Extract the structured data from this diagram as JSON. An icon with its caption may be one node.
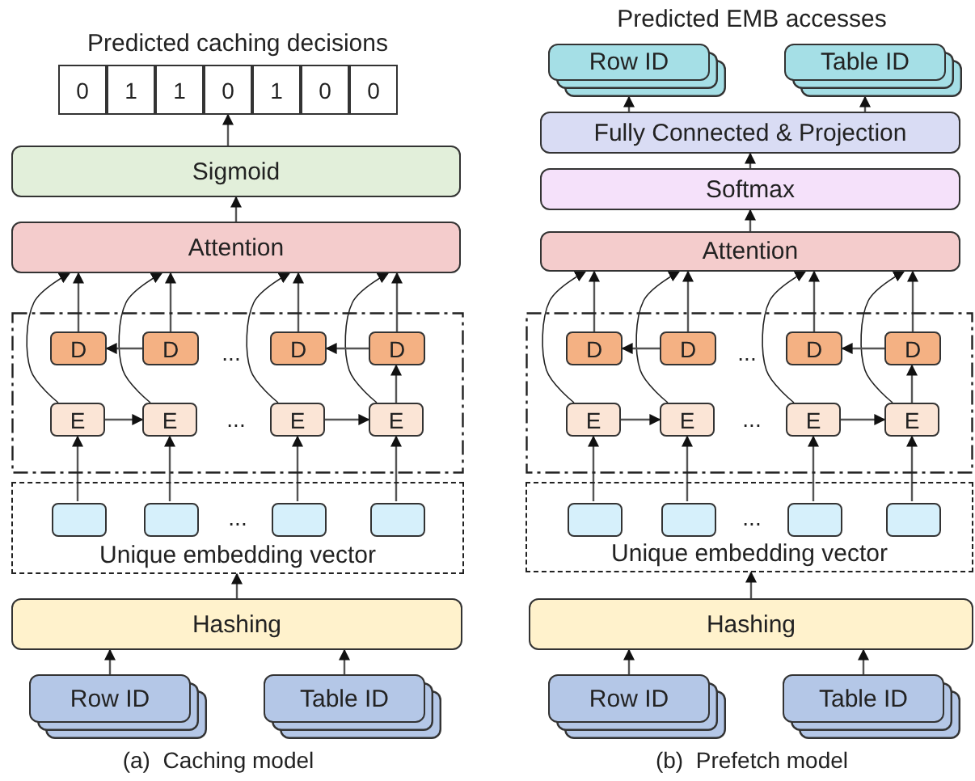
{
  "diagram": {
    "nodes": [
      {
        "text": [
          "0"
        ]
      },
      {
        "text": [
          "1"
        ]
      },
      {
        "text": [
          "1"
        ]
      },
      {
        "text": [
          "0"
        ]
      },
      {
        "text": [
          "1"
        ]
      },
      {
        "text": [
          "0"
        ]
      },
      {
        "text": [
          "0"
        ]
      },
      {
        "text": [
          "Sigmoid"
        ]
      },
      {
        "text": [
          "Attention"
        ]
      },
      {
        "text": [],
        "shape": "box"
      },
      {
        "text": [
          "D"
        ],
        "in": 9
      },
      {
        "text": [
          "D"
        ],
        "in": 9
      },
      {
        "text": [
          "D"
        ],
        "in": 9
      },
      {
        "text": [
          "D"
        ],
        "in": 9
      },
      {
        "text": [
          "E"
        ],
        "in": 9
      },
      {
        "text": [
          "E"
        ],
        "in": 9
      },
      {
        "text": [
          "E"
        ],
        "in": 9
      },
      {
        "text": [
          "E"
        ],
        "in": 9
      },
      {
        "text": [
          "Unique embedding vector"
        ]
      },
      {
        "text": [],
        "shape": "box",
        "in": 18
      },
      {
        "text": [],
        "shape": "box",
        "in": 18
      },
      {
        "text": [],
        "shape": "box",
        "in": 18
      },
      {
        "text": [],
        "shape": "box",
        "in": 18
      },
      {
        "text": [
          "Hashing"
        ]
      },
      {
        "text": [
          "Row ID"
        ]
      },
      {
        "text": [
          "Table ID"
        ]
      },
      {
        "text": [
          "Row ID"
        ]
      },
      {
        "text": [
          "Table ID"
        ]
      },
      {
        "text": [
          "Fully Connected & Projection"
        ]
      },
      {
        "text": [
          "Softmax"
        ]
      },
      {
        "text": [
          "Attention"
        ]
      },
      {
        "text": [],
        "shape": "box"
      },
      {
        "text": [
          "D"
        ],
        "in": 31
      },
      {
        "text": [
          "D"
        ],
        "in": 31
      },
      {
        "text": [
          "D"
        ],
        "in": 31
      },
      {
        "text": [
          "D"
        ],
        "in": 31
      },
      {
        "text": [
          "E"
        ],
        "in": 31
      },
      {
        "text": [
          "E"
        ],
        "in": 31
      },
      {
        "text": [
          "E"
        ],
        "in": 31
      },
      {
        "text": [
          "E"
        ],
        "in": 31
      },
      {
        "text": [
          "Unique embedding vector"
        ]
      },
      {
        "text": [],
        "shape": "box",
        "in": 40
      },
      {
        "text": [],
        "shape": "box",
        "in": 40
      },
      {
        "text": [],
        "shape": "box",
        "in": 40
      },
      {
        "text": [],
        "shape": "box",
        "in": 40
      },
      {
        "text": [
          "Hashing"
        ]
      },
      {
        "text": [
          "Row ID"
        ]
      },
      {
        "text": [
          "Table ID"
        ]
      }
    ],
    "edges": [
      {
        "from": 7,
        "to": 3,
        "arrow": "to"
      },
      {
        "from": 8,
        "to": 7,
        "arrow": "to"
      },
      {
        "from": 10,
        "to": 8,
        "arrow": "to"
      },
      {
        "from": 11,
        "to": 8,
        "arrow": "to"
      },
      {
        "from": 12,
        "to": 8,
        "arrow": "to"
      },
      {
        "from": 13,
        "to": 8,
        "arrow": "to"
      },
      {
        "from": 14,
        "to": 8,
        "arrow": "to"
      },
      {
        "from": 15,
        "to": 8,
        "arrow": "to"
      },
      {
        "from": 16,
        "to": 8,
        "arrow": "to"
      },
      {
        "from": 17,
        "to": 8,
        "arrow": "to"
      },
      {
        "from": 11,
        "to": 10,
        "arrow": "to"
      },
      {
        "from": 13,
        "to": 12,
        "arrow": "to"
      },
      {
        "from": 14,
        "to": 15,
        "arrow": "to"
      },
      {
        "from": 16,
        "to": 17,
        "arrow": "to"
      },
      {
        "from": 17,
        "to": 13,
        "arrow": "to"
      },
      {
        "from": 19,
        "to": 14,
        "arrow": "to"
      },
      {
        "from": 20,
        "to": 15,
        "arrow": "to"
      },
      {
        "from": 21,
        "to": 16,
        "arrow": "to"
      },
      {
        "from": 22,
        "to": 17,
        "arrow": "to"
      },
      {
        "from": 23,
        "to": 18,
        "arrow": "to"
      },
      {
        "from": 24,
        "to": 23,
        "arrow": "to"
      },
      {
        "from": 25,
        "to": 23,
        "arrow": "to"
      },
      {
        "from": 28,
        "to": 26,
        "arrow": "to"
      },
      {
        "from": 28,
        "to": 27,
        "arrow": "to"
      },
      {
        "from": 29,
        "to": 28,
        "arrow": "to"
      },
      {
        "from": 30,
        "to": 29,
        "arrow": "to"
      },
      {
        "from": 32,
        "to": 30,
        "arrow": "to"
      },
      {
        "from": 33,
        "to": 30,
        "arrow": "to"
      },
      {
        "from": 34,
        "to": 30,
        "arrow": "to"
      },
      {
        "from": 35,
        "to": 30,
        "arrow": "to"
      },
      {
        "from": 36,
        "to": 30,
        "arrow": "to"
      },
      {
        "from": 37,
        "to": 30,
        "arrow": "to"
      },
      {
        "from": 38,
        "to": 30,
        "arrow": "to"
      },
      {
        "from": 39,
        "to": 30,
        "arrow": "to"
      },
      {
        "from": 33,
        "to": 32,
        "arrow": "to"
      },
      {
        "from": 35,
        "to": 34,
        "arrow": "to"
      },
      {
        "from": 36,
        "to": 37,
        "arrow": "to"
      },
      {
        "from": 38,
        "to": 39,
        "arrow": "to"
      },
      {
        "from": 39,
        "to": 35,
        "arrow": "to"
      },
      {
        "from": 41,
        "to": 36,
        "arrow": "to"
      },
      {
        "from": 42,
        "to": 37,
        "arrow": "to"
      },
      {
        "from": 43,
        "to": 38,
        "arrow": "to"
      },
      {
        "from": 44,
        "to": 39,
        "arrow": "to"
      },
      {
        "from": 45,
        "to": 40,
        "arrow": "to"
      },
      {
        "from": 46,
        "to": 45,
        "arrow": "to"
      },
      {
        "from": 47,
        "to": 45,
        "arrow": "to"
      }
    ],
    "labels": [
      "Predicted caching decisions",
      "...",
      "...",
      "...",
      "(a)  Caching model",
      "Predicted EMB accesses",
      "...",
      "...",
      "...",
      "(b)  Prefetch model"
    ]
  }
}
